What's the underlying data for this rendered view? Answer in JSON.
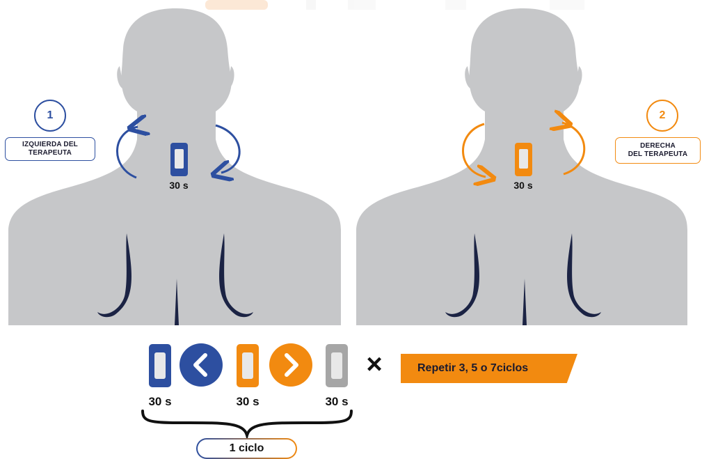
{
  "colors": {
    "left_accent": "#2d4fa0",
    "right_accent": "#f28a10",
    "neutral": "#a6a6a6",
    "figure_fill": "#c6c7c9",
    "muscle_line": "#1b2344"
  },
  "left_panel": {
    "step_number": "1",
    "label": "IZQUIERDA DEL\nTERAPEUTA",
    "duration": "30 s"
  },
  "right_panel": {
    "step_number": "2",
    "label": "DERECHA\nDEL TERAPEUTA",
    "duration": "30 s"
  },
  "sequence": {
    "items": [
      {
        "type": "device",
        "color": "blue",
        "duration": "30 s"
      },
      {
        "type": "arrow-left-icon",
        "color": "blue"
      },
      {
        "type": "device",
        "color": "orange",
        "duration": "30 s"
      },
      {
        "type": "arrow-right-icon",
        "color": "orange"
      },
      {
        "type": "device",
        "color": "gray",
        "duration": "30 s"
      }
    ],
    "multiply_symbol": "×",
    "repeat_text": "Repetir 3, 5 o 7ciclos",
    "cycle_label": "1 ciclo"
  }
}
